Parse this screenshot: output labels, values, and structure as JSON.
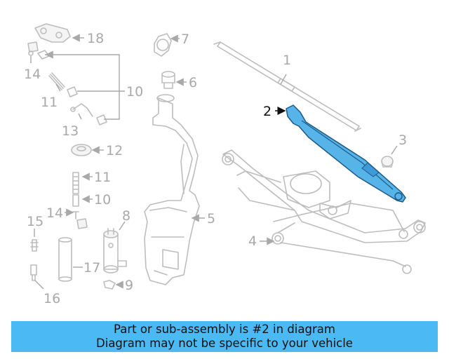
{
  "callouts": {
    "c1": "1",
    "c2": "2",
    "c3": "3",
    "c4": "4",
    "c5": "5",
    "c6": "6",
    "c7": "7",
    "c8": "8",
    "c9": "9",
    "c10a": "10",
    "c10b": "10",
    "c11a": "11",
    "c11b": "11",
    "c12": "12",
    "c13": "13",
    "c14a": "14",
    "c14b": "14",
    "c15": "15",
    "c16": "16",
    "c17": "17",
    "c18": "18"
  },
  "highlight_part": "2",
  "colors": {
    "highlight_fill": "#56b4e9",
    "banner_bg": "#4bb9f3",
    "line_gray": "#bdbdbd"
  },
  "banner": {
    "line1": "Part or sub-assembly is #2 in diagram",
    "line2": "Diagram may not be specific to your vehicle"
  }
}
